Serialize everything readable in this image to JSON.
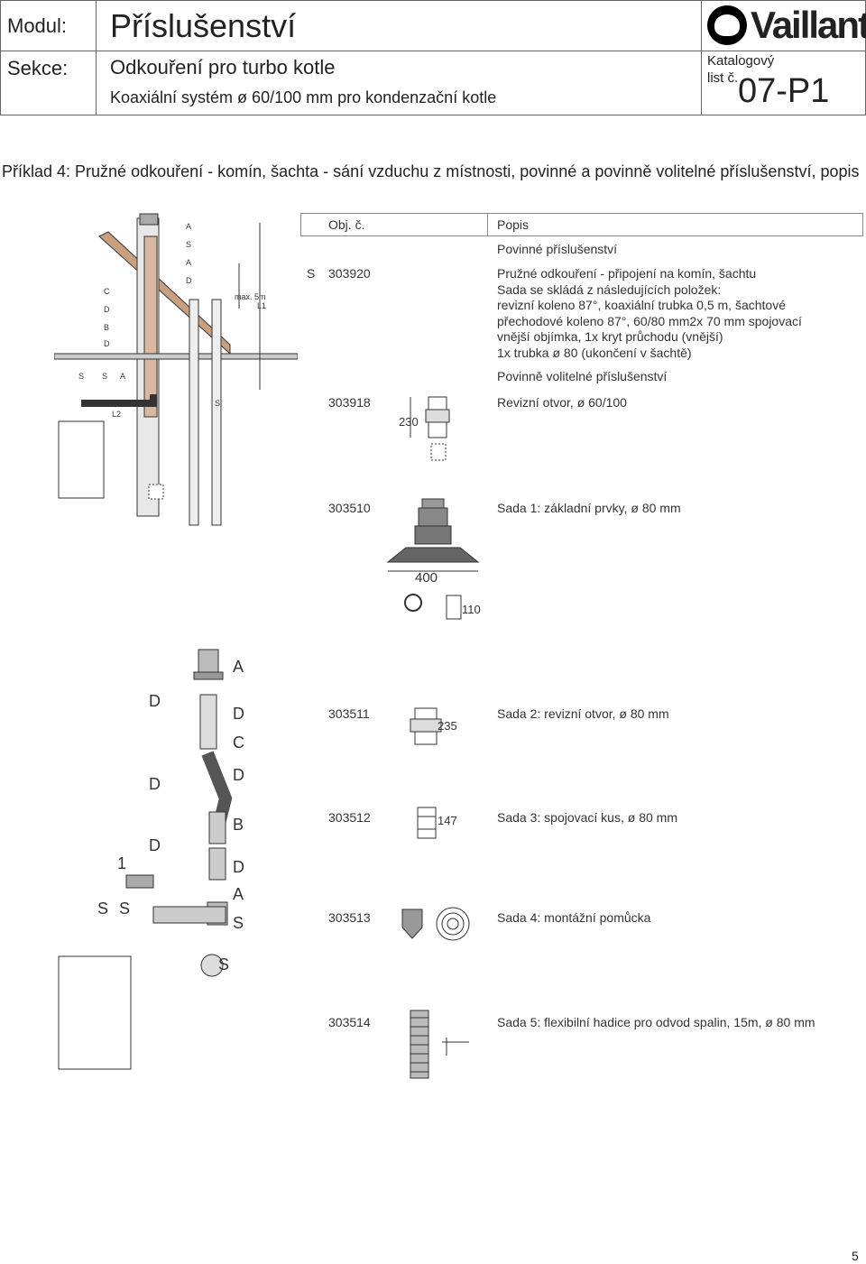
{
  "header": {
    "modul_label": "Modul:",
    "modul_value": "Příslušenství",
    "sekce_label": "Sekce:",
    "sekce_value": "Odkouření pro turbo kotle",
    "subtitle": "Koaxiální systém ø 60/100 mm pro kondenzační kotle",
    "katalog_line1": "Katalogový",
    "katalog_line2": "list č.",
    "sheet_number": "07-P1",
    "logo_text": "Vaillant"
  },
  "example_title": "Příklad 4: Pružné odkouření - komín, šachta - sání vzduchu z místnosti, povinné a povinně volitelné příslušenství, popis",
  "table": {
    "col_obj": "Obj. č.",
    "col_popis": "Popis",
    "section_mandatory": "Povinné příslušenství",
    "section_optional": "Povinně volitelné příslušenství",
    "rows": [
      {
        "mark": "S",
        "code": "303920",
        "lines": [
          "Pružné odkouření - připojení na komín, šachtu",
          "Sada se skládá z následujících položek:",
          "revizní koleno 87°, koaxiální trubka 0,5 m, šachtové",
          "přechodové koleno 87°, 60/80 mm2x 70 mm spojovací",
          "vnější objímka, 1x kryt průchodu (vnější)",
          "1x trubka ø 80 (ukončení v šachtě)"
        ]
      },
      {
        "code": "303918",
        "desc": "Revizní otvor, ø 60/100",
        "dim": "230"
      },
      {
        "code": "303510",
        "desc": "Sada 1: základní prvky, ø 80 mm",
        "dim1": "400",
        "dim2": "110"
      },
      {
        "code": "303511",
        "desc": "Sada 2: revizní otvor, ø 80 mm",
        "dim": "235"
      },
      {
        "code": "303512",
        "desc": "Sada 3: spojovací kus, ø 80 mm",
        "dim": "147"
      },
      {
        "code": "303513",
        "desc": "Sada 4: montážní pomůcka"
      },
      {
        "code": "303514",
        "desc": "Sada 5: flexibilní hadice pro odvod spalin, 15m, ø 80 mm"
      }
    ]
  },
  "diagram_labels": {
    "top": [
      "A",
      "S",
      "A",
      "D",
      "C",
      "D",
      "B",
      "D",
      "S",
      "S",
      "A",
      "S"
    ],
    "max": "max. 5m",
    "l1": "L1",
    "l2": "L2"
  },
  "exploded_labels": [
    "A",
    "D",
    "D",
    "C",
    "D",
    "D",
    "B",
    "D",
    "1",
    "D",
    "A",
    "S",
    "S",
    "S",
    "S"
  ],
  "page_number": "5"
}
